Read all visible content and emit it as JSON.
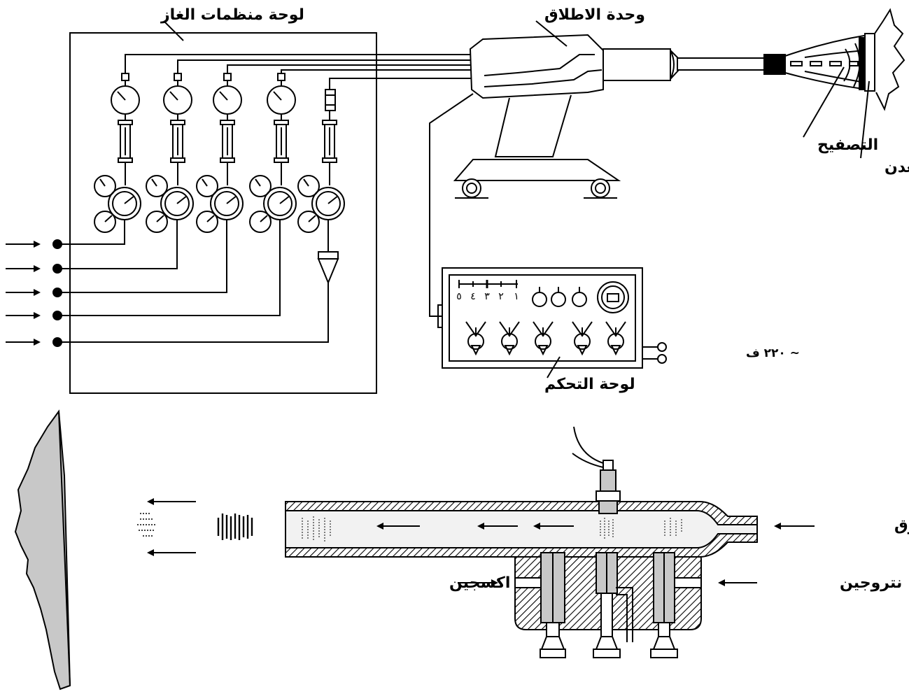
{
  "labels": {
    "gas_panel": "لوحة منظمات الغاز",
    "launch_unit": "وحدة الاطلاق",
    "coating": "التصفيح",
    "metal": "المعدن",
    "control_panel": "لوحة التحكم",
    "voltage": "~ ٢٢٠ ف",
    "powder": "المسحوق",
    "oxygen": "اكسجين",
    "nitrogen": "نتروجين"
  },
  "scale": {
    "t1": "١",
    "t2": "٢",
    "t3": "٣",
    "t4": "٤",
    "t5": "٥"
  },
  "colors": {
    "line": "#000000",
    "gray_fill": "#c8c8c8",
    "barrel_fill": "#f2f2f2"
  }
}
